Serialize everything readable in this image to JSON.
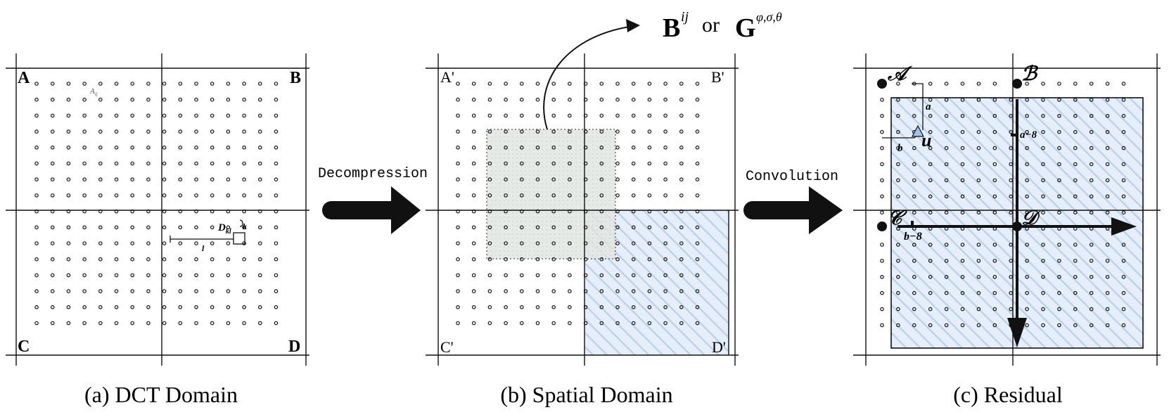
{
  "panels": [
    {
      "id": "dct",
      "caption": "(a) DCT Domain",
      "corners": {
        "tl": "A",
        "tr": "B",
        "bl": "C",
        "br": "D"
      },
      "annotations": {
        "a_label": "A",
        "a_sub": "ij",
        "d_label": "D",
        "d_sub": "kl",
        "k": "k",
        "l": "l"
      }
    },
    {
      "id": "spatial",
      "caption": "(b) Spatial Domain",
      "corners": {
        "tl": "A'",
        "tr": "B'",
        "bl": "C'",
        "br": "D'"
      }
    },
    {
      "id": "residual",
      "caption": "(c) Residual",
      "corners": {
        "tl": "𝒜",
        "tr": "ℬ",
        "bl": "𝒞",
        "br": "𝒟"
      },
      "annotations": {
        "a": "a",
        "b": "b",
        "u": "u",
        "a8": "a−8",
        "b8": "b−8"
      }
    }
  ],
  "arrows": [
    {
      "id": "decompression",
      "label": "Decompression"
    },
    {
      "id": "convolution",
      "label": "Convolution"
    }
  ],
  "formula": {
    "b": "B",
    "b_sup": "ij",
    "or": "or",
    "g": "G",
    "g_sup": "φ,σ,θ"
  },
  "colors": {
    "ink": "#111111",
    "gray_fill": "#dfe4df",
    "blue_fill": "#e4eef8",
    "blue_hatch": "#bcd3ee",
    "triangle": "#9ec4ea"
  }
}
